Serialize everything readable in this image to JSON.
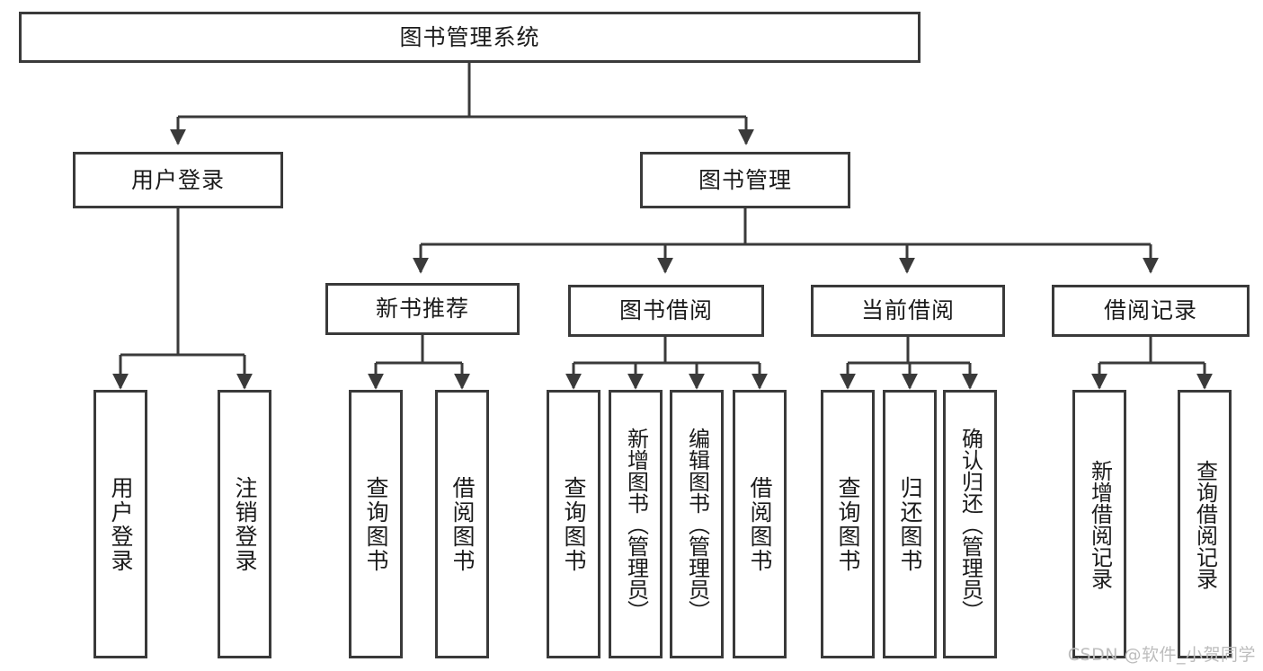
{
  "diagram": {
    "type": "tree",
    "title": "图书管理系统",
    "root": {
      "label": "图书管理系统"
    },
    "level2": [
      {
        "label": "用户登录"
      },
      {
        "label": "图书管理"
      }
    ],
    "level3": [
      {
        "label": "新书推荐"
      },
      {
        "label": "图书借阅"
      },
      {
        "label": "当前借阅"
      },
      {
        "label": "借阅记录"
      }
    ],
    "leaves_user_login": [
      {
        "label": "用户登录"
      },
      {
        "label": "注销登录"
      }
    ],
    "leaves_new_book": [
      {
        "label": "查询图书"
      },
      {
        "label": "借阅图书"
      }
    ],
    "leaves_borrow": [
      {
        "label": "查询图书"
      },
      {
        "label": "新增图书（管理员）"
      },
      {
        "label": "编辑图书（管理员）"
      },
      {
        "label": "借阅图书"
      }
    ],
    "leaves_current": [
      {
        "label": "查询图书"
      },
      {
        "label": "归还图书"
      },
      {
        "label": "确认归还（管理员）"
      }
    ],
    "leaves_records": [
      {
        "label": "新增借阅记录"
      },
      {
        "label": "查询借阅记录"
      }
    ],
    "colors": {
      "border": "#3a3a3a",
      "text": "#1b1b1b",
      "background": "#ffffff",
      "watermark": "#bdbdbd"
    }
  },
  "watermark": {
    "text": "CSDN @软件_小贺同学"
  }
}
